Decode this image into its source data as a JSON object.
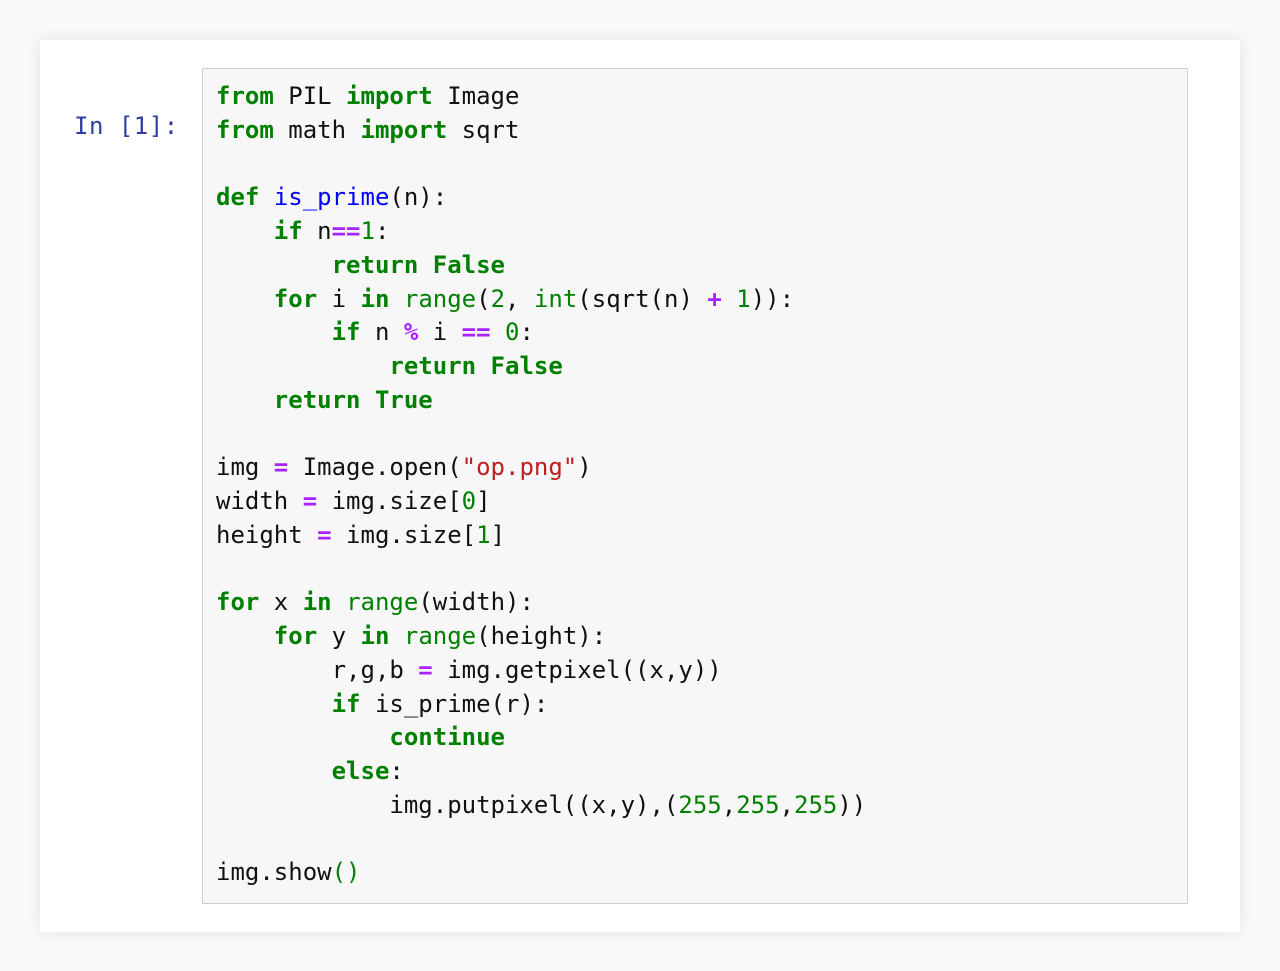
{
  "cell": {
    "prompt": "In [1]:",
    "lines": [
      [
        {
          "t": "kw",
          "v": "from"
        },
        {
          "t": "",
          "v": " PIL "
        },
        {
          "t": "kw",
          "v": "import"
        },
        {
          "t": "",
          "v": " Image"
        }
      ],
      [
        {
          "t": "kw",
          "v": "from"
        },
        {
          "t": "",
          "v": " math "
        },
        {
          "t": "kw",
          "v": "import"
        },
        {
          "t": "",
          "v": " sqrt"
        }
      ],
      [],
      [
        {
          "t": "kw",
          "v": "def"
        },
        {
          "t": "",
          "v": " "
        },
        {
          "t": "fn",
          "v": "is_prime"
        },
        {
          "t": "",
          "v": "(n):"
        }
      ],
      [
        {
          "t": "",
          "v": "    "
        },
        {
          "t": "kw",
          "v": "if"
        },
        {
          "t": "",
          "v": " n"
        },
        {
          "t": "op",
          "v": "=="
        },
        {
          "t": "num",
          "v": "1"
        },
        {
          "t": "",
          "v": ":"
        }
      ],
      [
        {
          "t": "",
          "v": "        "
        },
        {
          "t": "kw",
          "v": "return"
        },
        {
          "t": "",
          "v": " "
        },
        {
          "t": "kw",
          "v": "False"
        }
      ],
      [
        {
          "t": "",
          "v": "    "
        },
        {
          "t": "kw",
          "v": "for"
        },
        {
          "t": "",
          "v": " i "
        },
        {
          "t": "kw",
          "v": "in"
        },
        {
          "t": "",
          "v": " "
        },
        {
          "t": "bi",
          "v": "range"
        },
        {
          "t": "",
          "v": "("
        },
        {
          "t": "num",
          "v": "2"
        },
        {
          "t": "",
          "v": ", "
        },
        {
          "t": "bi",
          "v": "int"
        },
        {
          "t": "",
          "v": "(sqrt(n) "
        },
        {
          "t": "op",
          "v": "+"
        },
        {
          "t": "",
          "v": " "
        },
        {
          "t": "num",
          "v": "1"
        },
        {
          "t": "",
          "v": ")):"
        }
      ],
      [
        {
          "t": "",
          "v": "        "
        },
        {
          "t": "kw",
          "v": "if"
        },
        {
          "t": "",
          "v": " n "
        },
        {
          "t": "op",
          "v": "%"
        },
        {
          "t": "",
          "v": " i "
        },
        {
          "t": "op",
          "v": "=="
        },
        {
          "t": "",
          "v": " "
        },
        {
          "t": "num",
          "v": "0"
        },
        {
          "t": "",
          "v": ":"
        }
      ],
      [
        {
          "t": "",
          "v": "            "
        },
        {
          "t": "kw",
          "v": "return"
        },
        {
          "t": "",
          "v": " "
        },
        {
          "t": "kw",
          "v": "False"
        }
      ],
      [
        {
          "t": "",
          "v": "    "
        },
        {
          "t": "kw",
          "v": "return"
        },
        {
          "t": "",
          "v": " "
        },
        {
          "t": "kw",
          "v": "True"
        }
      ],
      [],
      [
        {
          "t": "",
          "v": "img "
        },
        {
          "t": "op",
          "v": "="
        },
        {
          "t": "",
          "v": " Image.open("
        },
        {
          "t": "str",
          "v": "\"op.png\""
        },
        {
          "t": "",
          "v": ")"
        }
      ],
      [
        {
          "t": "",
          "v": "width "
        },
        {
          "t": "op",
          "v": "="
        },
        {
          "t": "",
          "v": " img.size["
        },
        {
          "t": "num",
          "v": "0"
        },
        {
          "t": "",
          "v": "]"
        }
      ],
      [
        {
          "t": "",
          "v": "height "
        },
        {
          "t": "op",
          "v": "="
        },
        {
          "t": "",
          "v": " img.size["
        },
        {
          "t": "num",
          "v": "1"
        },
        {
          "t": "",
          "v": "]"
        }
      ],
      [],
      [
        {
          "t": "kw",
          "v": "for"
        },
        {
          "t": "",
          "v": " x "
        },
        {
          "t": "kw",
          "v": "in"
        },
        {
          "t": "",
          "v": " "
        },
        {
          "t": "bi",
          "v": "range"
        },
        {
          "t": "",
          "v": "(width):"
        }
      ],
      [
        {
          "t": "",
          "v": "    "
        },
        {
          "t": "kw",
          "v": "for"
        },
        {
          "t": "",
          "v": " y "
        },
        {
          "t": "kw",
          "v": "in"
        },
        {
          "t": "",
          "v": " "
        },
        {
          "t": "bi",
          "v": "range"
        },
        {
          "t": "",
          "v": "(height):"
        }
      ],
      [
        {
          "t": "",
          "v": "        r,g,b "
        },
        {
          "t": "op",
          "v": "="
        },
        {
          "t": "",
          "v": " img.getpixel((x,y))"
        }
      ],
      [
        {
          "t": "",
          "v": "        "
        },
        {
          "t": "kw",
          "v": "if"
        },
        {
          "t": "",
          "v": " is_prime(r):"
        }
      ],
      [
        {
          "t": "",
          "v": "            "
        },
        {
          "t": "kw",
          "v": "continue"
        }
      ],
      [
        {
          "t": "",
          "v": "        "
        },
        {
          "t": "kw",
          "v": "else"
        },
        {
          "t": "",
          "v": ":"
        }
      ],
      [
        {
          "t": "",
          "v": "            img.putpixel((x,y),("
        },
        {
          "t": "num",
          "v": "255"
        },
        {
          "t": "",
          "v": ","
        },
        {
          "t": "num",
          "v": "255"
        },
        {
          "t": "",
          "v": ","
        },
        {
          "t": "num",
          "v": "255"
        },
        {
          "t": "",
          "v": "))"
        }
      ],
      [],
      [
        {
          "t": "",
          "v": "img.show"
        },
        {
          "t": "grn",
          "v": "()"
        }
      ]
    ]
  },
  "colors": {
    "keyword": "#008000",
    "function_name": "#0000ff",
    "operator": "#aa22ff",
    "string": "#ba2121",
    "prompt": "#303f9f",
    "cell_background": "#f7f7f7",
    "cell_border": "#cfcfcf"
  }
}
